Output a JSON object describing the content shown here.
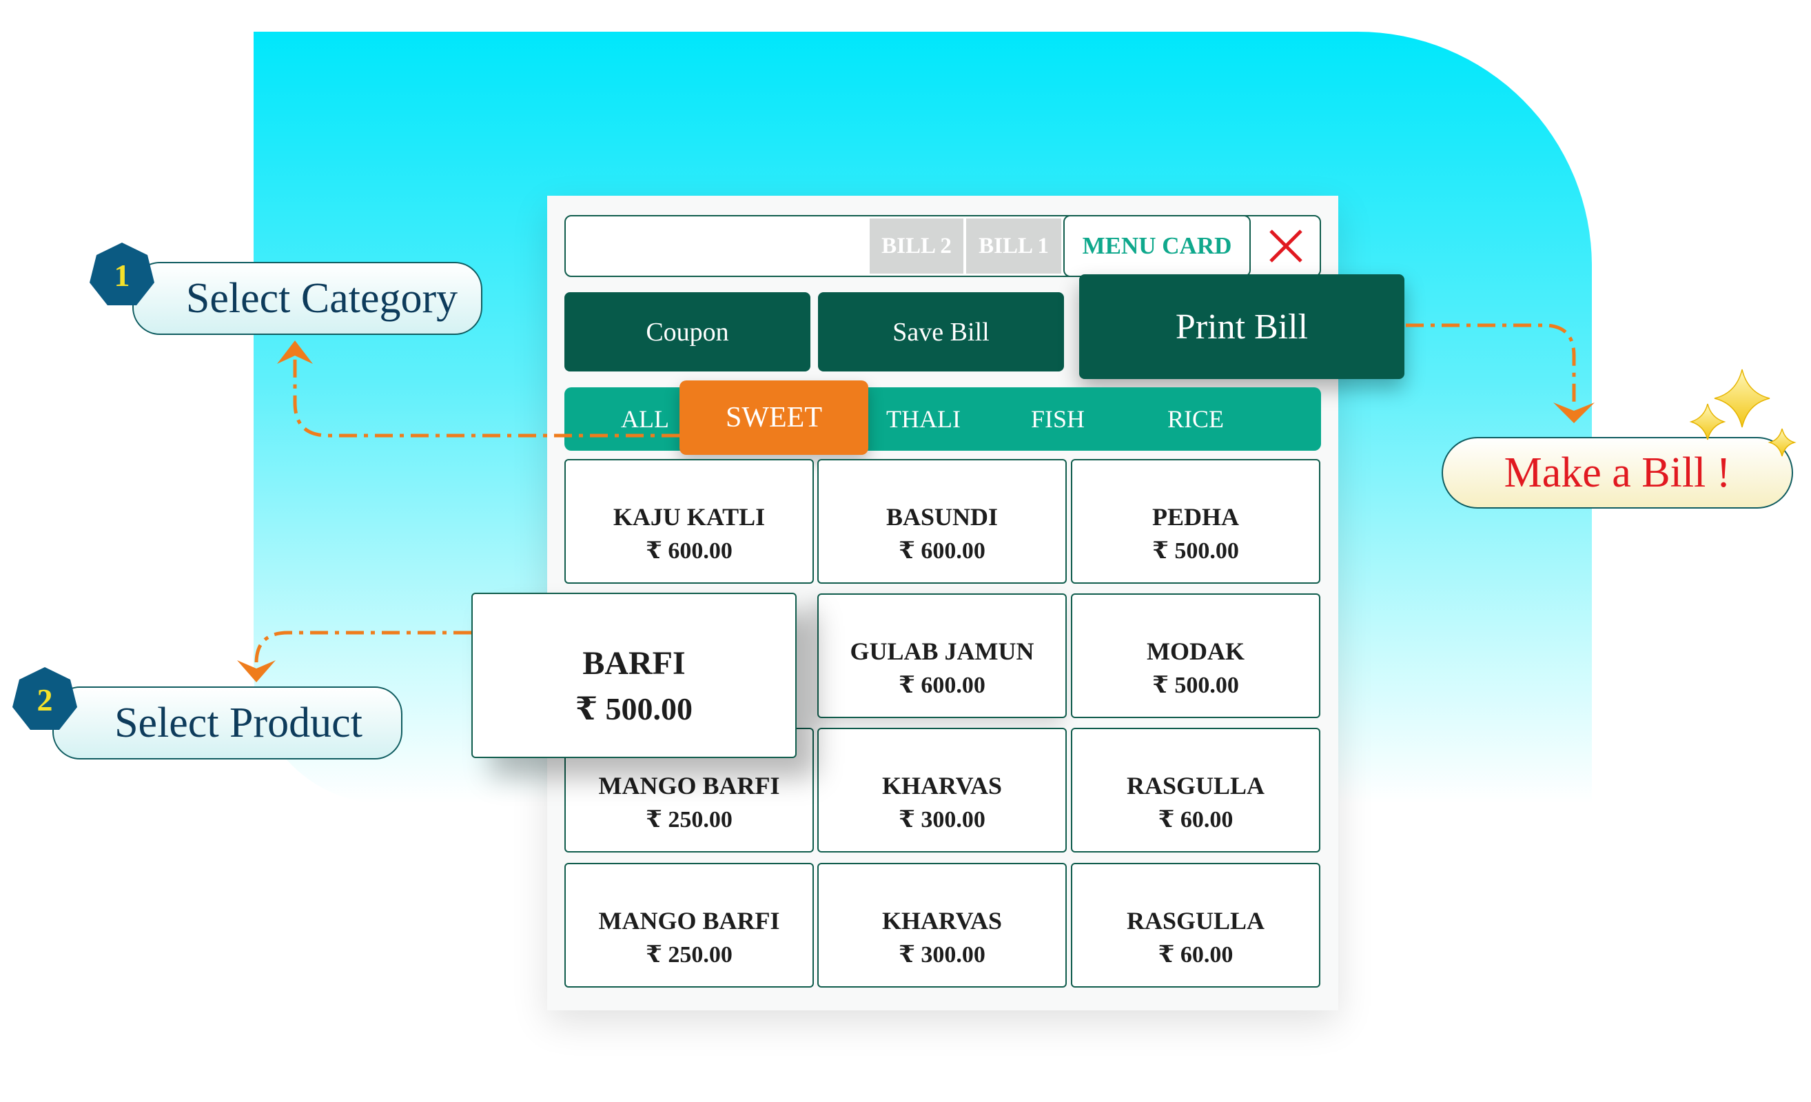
{
  "header": {
    "bill_tabs": [
      "BILL 2",
      "BILL 1"
    ],
    "menu_card_label": "MENU CARD",
    "close_icon": "close-x-icon",
    "close_color": "#e11920"
  },
  "actions": {
    "coupon_label": "Coupon",
    "save_label": "Save Bill",
    "print_label": "Print Bill"
  },
  "categories": {
    "items": [
      "ALL",
      "SWEET",
      "THALI",
      "FISH",
      "RICE"
    ],
    "selected": "SWEET"
  },
  "products": [
    {
      "name": "KAJU KATLI",
      "price": "₹ 600.00"
    },
    {
      "name": "BASUNDI",
      "price": "₹ 600.00"
    },
    {
      "name": "PEDHA",
      "price": "₹ 500.00"
    },
    {
      "name": "BARFI",
      "price": "₹ 500.00"
    },
    {
      "name": "GULAB JAMUN",
      "price": "₹ 600.00"
    },
    {
      "name": "MODAK",
      "price": "₹ 500.00"
    },
    {
      "name": "MANGO BARFI",
      "price": "₹ 250.00"
    },
    {
      "name": "KHARVAS",
      "price": "₹ 300.00"
    },
    {
      "name": "RASGULLA",
      "price": "₹ 60.00"
    },
    {
      "name": "MANGO BARFI",
      "price": "₹ 250.00"
    },
    {
      "name": "KHARVAS",
      "price": "₹ 300.00"
    },
    {
      "name": "RASGULLA",
      "price": "₹ 60.00"
    }
  ],
  "callouts": {
    "step1": {
      "number": "1",
      "label": "Select Category"
    },
    "step2": {
      "number": "2",
      "label": "Select Product"
    },
    "result": {
      "label": "Make a Bill !"
    }
  },
  "colors": {
    "primary_dark": "#075a4a",
    "teal": "#08a98c",
    "accent_orange": "#ef7c1c",
    "background_cyan": "#00e7fb",
    "badge_blue": "#0b5a82"
  }
}
